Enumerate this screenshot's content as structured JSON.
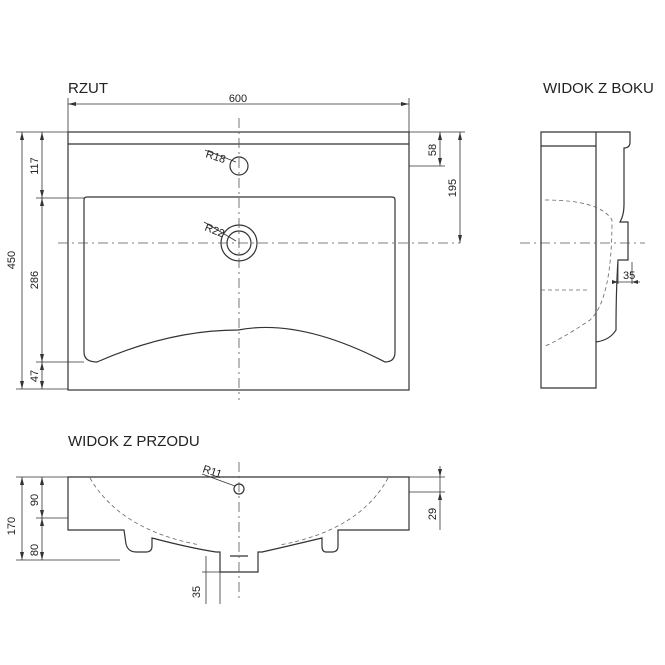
{
  "views": {
    "plan": "RZUT",
    "side": "WIDOK Z BOKU",
    "front": "WIDOK Z PRZODU"
  },
  "dimensions": {
    "plan_width": "600",
    "plan_depth_total": "450",
    "plan_back_depth": "117",
    "plan_bowl_depth": "286",
    "plan_front_depth": "47",
    "plan_tap_offset": "58",
    "plan_drain_offset": "195",
    "tap_radius": "R18",
    "drain_radius": "R22",
    "side_waste_depth": "35",
    "front_height_total": "170",
    "front_upper": "90",
    "front_lower": "80",
    "front_rim": "29",
    "overflow_radius": "R11",
    "front_waste_depth": "35"
  }
}
